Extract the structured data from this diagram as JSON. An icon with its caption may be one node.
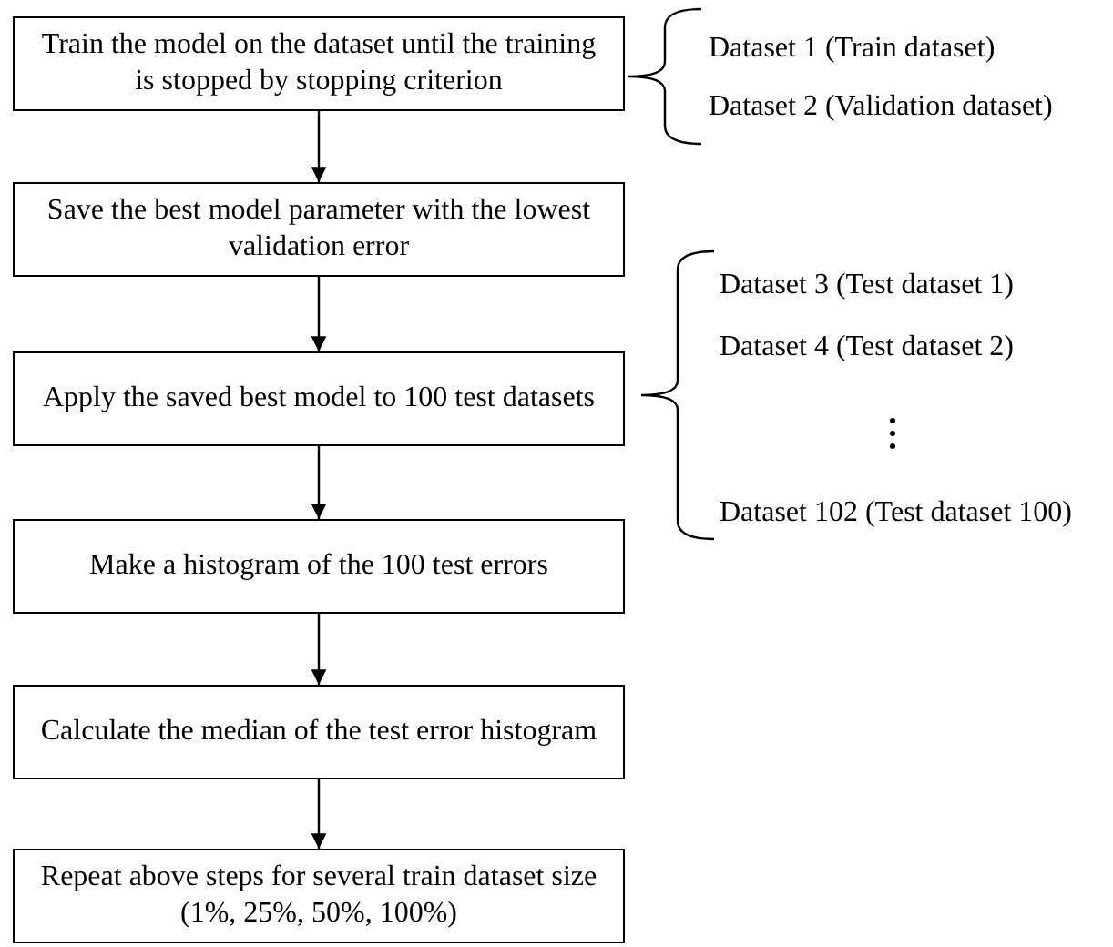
{
  "diagram": {
    "nodes": [
      {
        "text": [
          "Train the model on the dataset until the training is stopped by stopping criterion"
        ]
      },
      {
        "text": [
          "Save the best model parameter with the lowest validation error"
        ]
      },
      {
        "text": [
          "Apply the saved best model to 100 test datasets"
        ]
      },
      {
        "text": [
          "Make a histogram of the 100 test errors"
        ]
      },
      {
        "text": [
          "Calculate the median of the test error histogram"
        ]
      },
      {
        "text": [
          "Repeat above steps for several train dataset size (1%, 25%, 50%, 100%)"
        ]
      }
    ],
    "edges": [
      {
        "from": 0,
        "to": 1,
        "arrow": "to"
      },
      {
        "from": 1,
        "to": 2,
        "arrow": "to"
      },
      {
        "from": 2,
        "to": 3,
        "arrow": "to"
      },
      {
        "from": 3,
        "to": 4,
        "arrow": "to"
      },
      {
        "from": 4,
        "to": 5,
        "arrow": "to"
      }
    ],
    "labels": [
      "Dataset 1 (Train dataset)",
      "Dataset 2 (Validation dataset)",
      "Dataset 3 (Test dataset 1)",
      "Dataset 4 (Test dataset 2)",
      "Dataset 102 (Test dataset 100)"
    ]
  }
}
